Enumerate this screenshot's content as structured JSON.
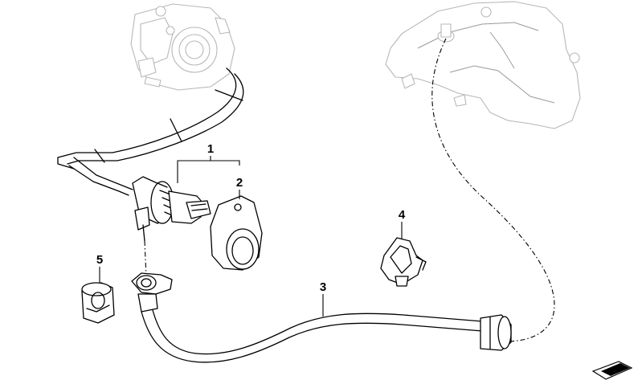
{
  "callouts": {
    "c1": "1",
    "c2": "2",
    "c3": "3",
    "c4": "4",
    "c5": "5"
  },
  "colors": {
    "line": "#000000",
    "ghost": "#b8b8b8",
    "background": "#ffffff"
  },
  "icons": {
    "corner_symbol": "pointer-arrow-icon"
  }
}
